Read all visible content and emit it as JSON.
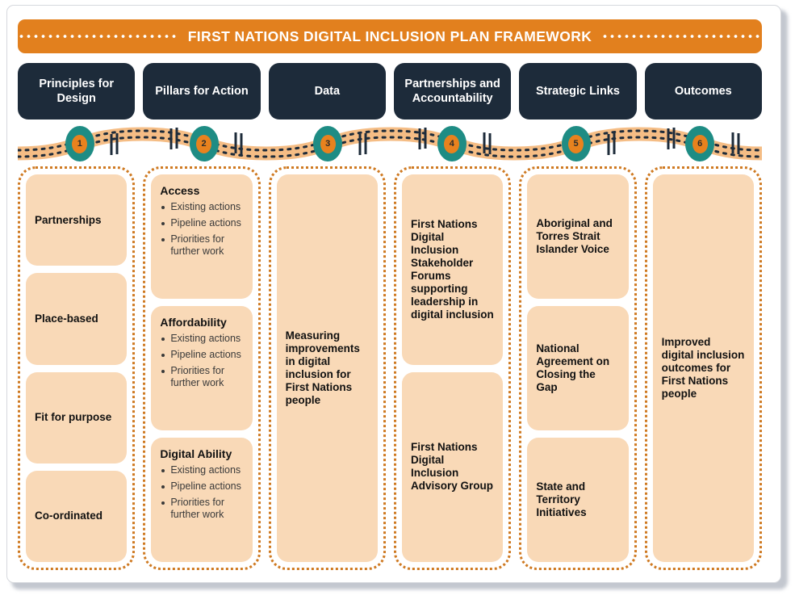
{
  "banner": {
    "title": "FIRST NATIONS DIGITAL INCLUSION PLAN FRAMEWORK",
    "color": "#e2801e"
  },
  "theme": {
    "navy": "#1d2b3a",
    "orange": "#e2801e",
    "teal": "#1e8c84",
    "card_fill": "#f9d9b7",
    "dotted_border": "#cf7a22"
  },
  "headers": [
    {
      "label": "Principles for Design"
    },
    {
      "label": "Pillars for Action"
    },
    {
      "label": "Data"
    },
    {
      "label": "Partnerships and Accountability"
    },
    {
      "label": "Strategic Links"
    },
    {
      "label": "Outcomes"
    }
  ],
  "nodes": [
    {
      "number": "1"
    },
    {
      "number": "2"
    },
    {
      "number": "3"
    },
    {
      "number": "4"
    },
    {
      "number": "5"
    },
    {
      "number": "6"
    }
  ],
  "columns": [
    {
      "name": "principles-for-design",
      "cards": [
        {
          "type": "text",
          "text": "Partnerships"
        },
        {
          "type": "text",
          "text": "Place-based"
        },
        {
          "type": "text",
          "text": "Fit for purpose"
        },
        {
          "type": "text",
          "text": "Co-ordinated"
        }
      ]
    },
    {
      "name": "pillars-for-action",
      "cards": [
        {
          "type": "list",
          "title": "Access",
          "items": [
            "Existing actions",
            "Pipeline actions",
            "Priorities for further work"
          ]
        },
        {
          "type": "list",
          "title": "Affordability",
          "items": [
            "Existing actions",
            "Pipeline actions",
            "Priorities for further work"
          ]
        },
        {
          "type": "list",
          "title": "Digital Ability",
          "items": [
            "Existing actions",
            "Pipeline actions",
            "Priorities for further work"
          ]
        }
      ]
    },
    {
      "name": "data",
      "cards": [
        {
          "type": "text",
          "text": "Measuring improvements in digital inclusion for First Nations people"
        }
      ]
    },
    {
      "name": "partnerships-and-accountability",
      "cards": [
        {
          "type": "text",
          "text": "First Nations Digital Inclusion Stakeholder Forums supporting leadership in digital inclusion"
        },
        {
          "type": "text",
          "text": "First Nations Digital Inclusion Advisory Group"
        }
      ]
    },
    {
      "name": "strategic-links",
      "cards": [
        {
          "type": "text",
          "text": "Aboriginal and Torres Strait Islander Voice"
        },
        {
          "type": "text",
          "text": "National Agreement on Closing the Gap"
        },
        {
          "type": "text",
          "text": "State and Territory Initiatives"
        }
      ]
    },
    {
      "name": "outcomes",
      "cards": [
        {
          "type": "text",
          "text": "Improved digital inclusion outcomes for First Nations people"
        }
      ]
    }
  ]
}
